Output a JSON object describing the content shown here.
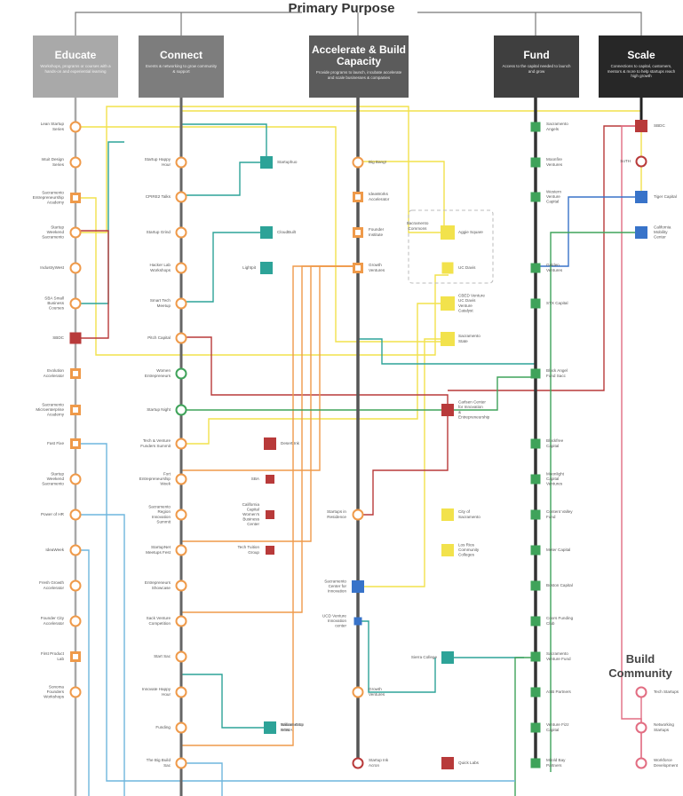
{
  "title": "Primary Purpose",
  "headers": {
    "educate": {
      "title": "Educate",
      "subtitle": "Workshops, programs or courses with a hands-on and experiential learning"
    },
    "connect": {
      "title": "Connect",
      "subtitle": "Events & networking to grow community & support"
    },
    "accelerate": {
      "title": "Accelerate & Build Capacity",
      "subtitle": "Provide programs to launch, incubate accelerate and scale businesses & companies"
    },
    "fund": {
      "title": "Fund",
      "subtitle": "Access to the capital needed to launch and grow"
    },
    "scale": {
      "title": "Scale",
      "subtitle": "Connections to capital, customers, mentors & more to help startups reach high growth"
    }
  },
  "stops": {
    "educate": [
      "Lean Startup Series",
      "Intuit Design Series",
      "Sacramento Entrepreneurship Academy",
      "Startup Weekend Sacramento",
      "IndustryWest",
      "SBA Small Business Courses",
      "SBDC",
      "Evolution Accelerator",
      "Sacramento Microenterprise Academy",
      "Fast Fixe",
      "Startup Weekend Sacramento",
      "Power of HR",
      "IdeaWeek",
      "Fresh Growth Accelerator",
      "Founder City Accelerator",
      "First Product Lab",
      "Sonoma Founders Workshops"
    ],
    "connect": [
      "Startup Happy Hour",
      "CPIRE2 Talks",
      "Startup Grind",
      "Hacker Lab Workshops",
      "Smart Tech Meetup",
      "Pitch Capital",
      "Women Entrepreneurs",
      "Startup Night",
      "Tech & Venture Funders Summit",
      "Fort Entrepreneurship Week",
      "Sacramento Region Innovation Summit",
      "StartupNet Meetups Fest",
      "Entrepreneurs Showcase",
      "Sack Venture Competition",
      "Start Sac",
      "Innovate Happy Hour",
      "Funding",
      "The Big Build Sac"
    ],
    "connect_branch": [
      "Startuphuo",
      "CloudBuilt",
      "Lightpit"
    ],
    "accelerate": [
      "Big Bang!",
      "IdeaWorks Accelerator",
      "Founder Institute",
      "Growth Ventures",
      "Startups in Residence",
      "Sacramento Center for Innovation",
      "UCD Venture Innovation center",
      "Growth Ventures",
      "Startup Ink Acron"
    ],
    "accelerate_branch": [
      "Sacramento Commons",
      "Aggie Square",
      "UC Davis",
      "CBED Venture UC Davis Venture Catalyst",
      "Sacramento State",
      "Carlsen Center for Innovation & Entrepreneurship",
      "City of Sacramento",
      "Los Rios Community Colleges",
      "Sierra College",
      "Quick Labs",
      "Desert Ink",
      "SBA",
      "California Capital Women's Business Center",
      "Tech Tuition Group",
      "Sacramento SCMA",
      "William Crop Rent"
    ],
    "fund": [
      "Sacramento Angels",
      "Moonfire Ventures",
      "Western Venture Capital",
      "Golden Ventures",
      "STX Capital",
      "Block Angel Fund Sacc",
      "Blockfree Capital",
      "Moonlight Capital Ventures",
      "Content Valley Fund",
      "Meter Capital",
      "Boston Capital",
      "Coors Funding Club",
      "Sacramento Venture Fund",
      "ASB Partners",
      "Venture Fizz Capital",
      "Mitold Bay Partners"
    ],
    "scale": [
      "SBDC",
      "SoTH",
      "Tiger Capital",
      "California Mobility Center"
    ],
    "legend": [
      "Tech Startups",
      "Networking Startups",
      "Workforce Development"
    ]
  },
  "legend_title": "Build Community",
  "colors": {
    "educate": "#a9a9a9",
    "connect": "#7d7d7d",
    "accelerate": "#5b5b5b",
    "fund": "#3f3f3f",
    "scale": "#272727",
    "yellow": "#f2e24c",
    "teal": "#2da398",
    "red": "#b83a3a",
    "orange": "#ef9a4a",
    "blue": "#3873c9",
    "green": "#3fa35a",
    "pink": "#e26d82",
    "lightblue": "#6fb6dd"
  }
}
